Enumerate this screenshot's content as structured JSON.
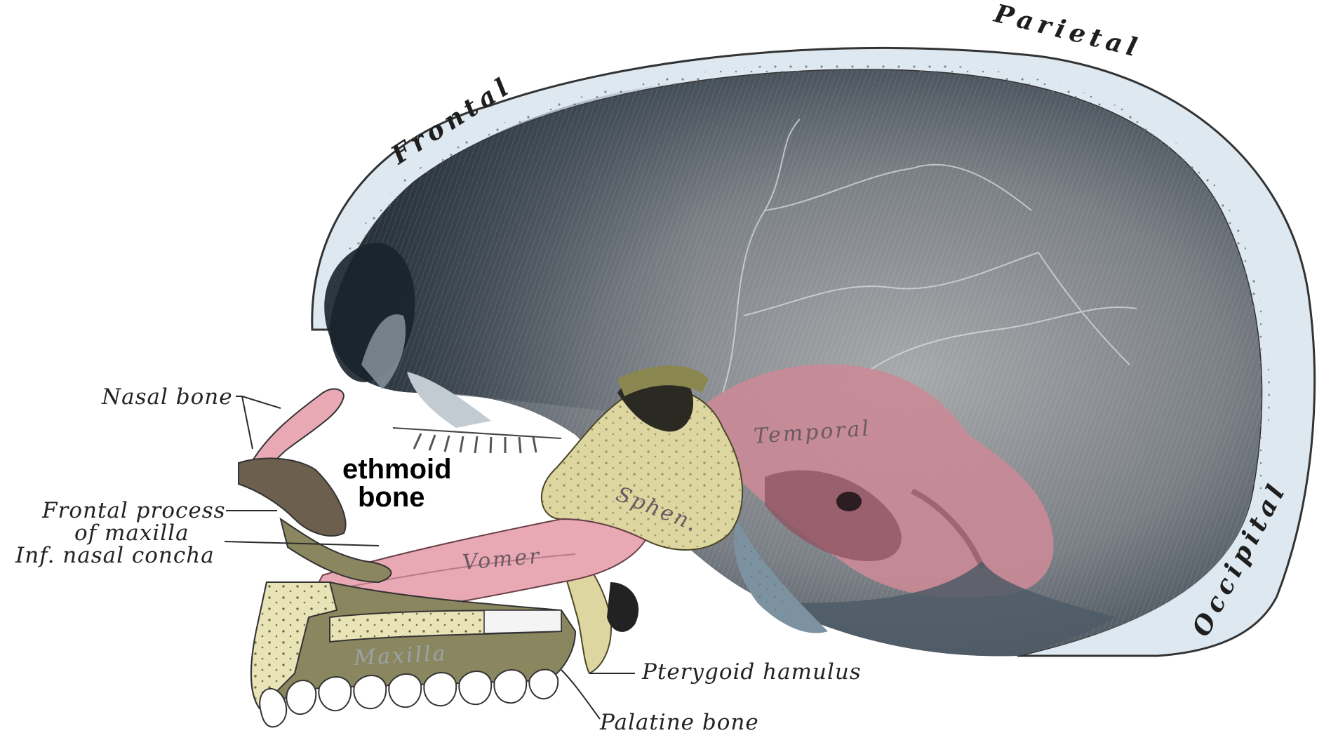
{
  "figure": {
    "region_labels": {
      "frontal": "Frontal",
      "parietal": "Parietal",
      "occipital": "Occipital"
    },
    "bone_labels": {
      "temporal": "Temporal",
      "sphenoid": "Sphen.",
      "vomer": "Vomer",
      "maxilla": "Maxilla"
    },
    "callouts": {
      "nasal_bone": "Nasal bone",
      "frontal_process_line1": "Frontal process",
      "frontal_process_line2": "of maxilla",
      "inf_nasal_concha": "Inf. nasal concha",
      "pterygoid_hamulus": "Pterygoid hamulus",
      "palatine_bone": "Palatine bone"
    },
    "overlay_label": {
      "line1": "ethmoid",
      "line2": "bone"
    },
    "colors": {
      "bone_shell": "#dde8f0",
      "cranial_dark": "#3e4a55",
      "cranial_grey": "#8c8f93",
      "temporal_pink": "#c98a97",
      "sphenoid_yellow": "#ddd6a0",
      "vomer_pink": "#e8a9b4",
      "maxilla_olive": "#8a8660",
      "teeth": "#ffffff"
    }
  }
}
